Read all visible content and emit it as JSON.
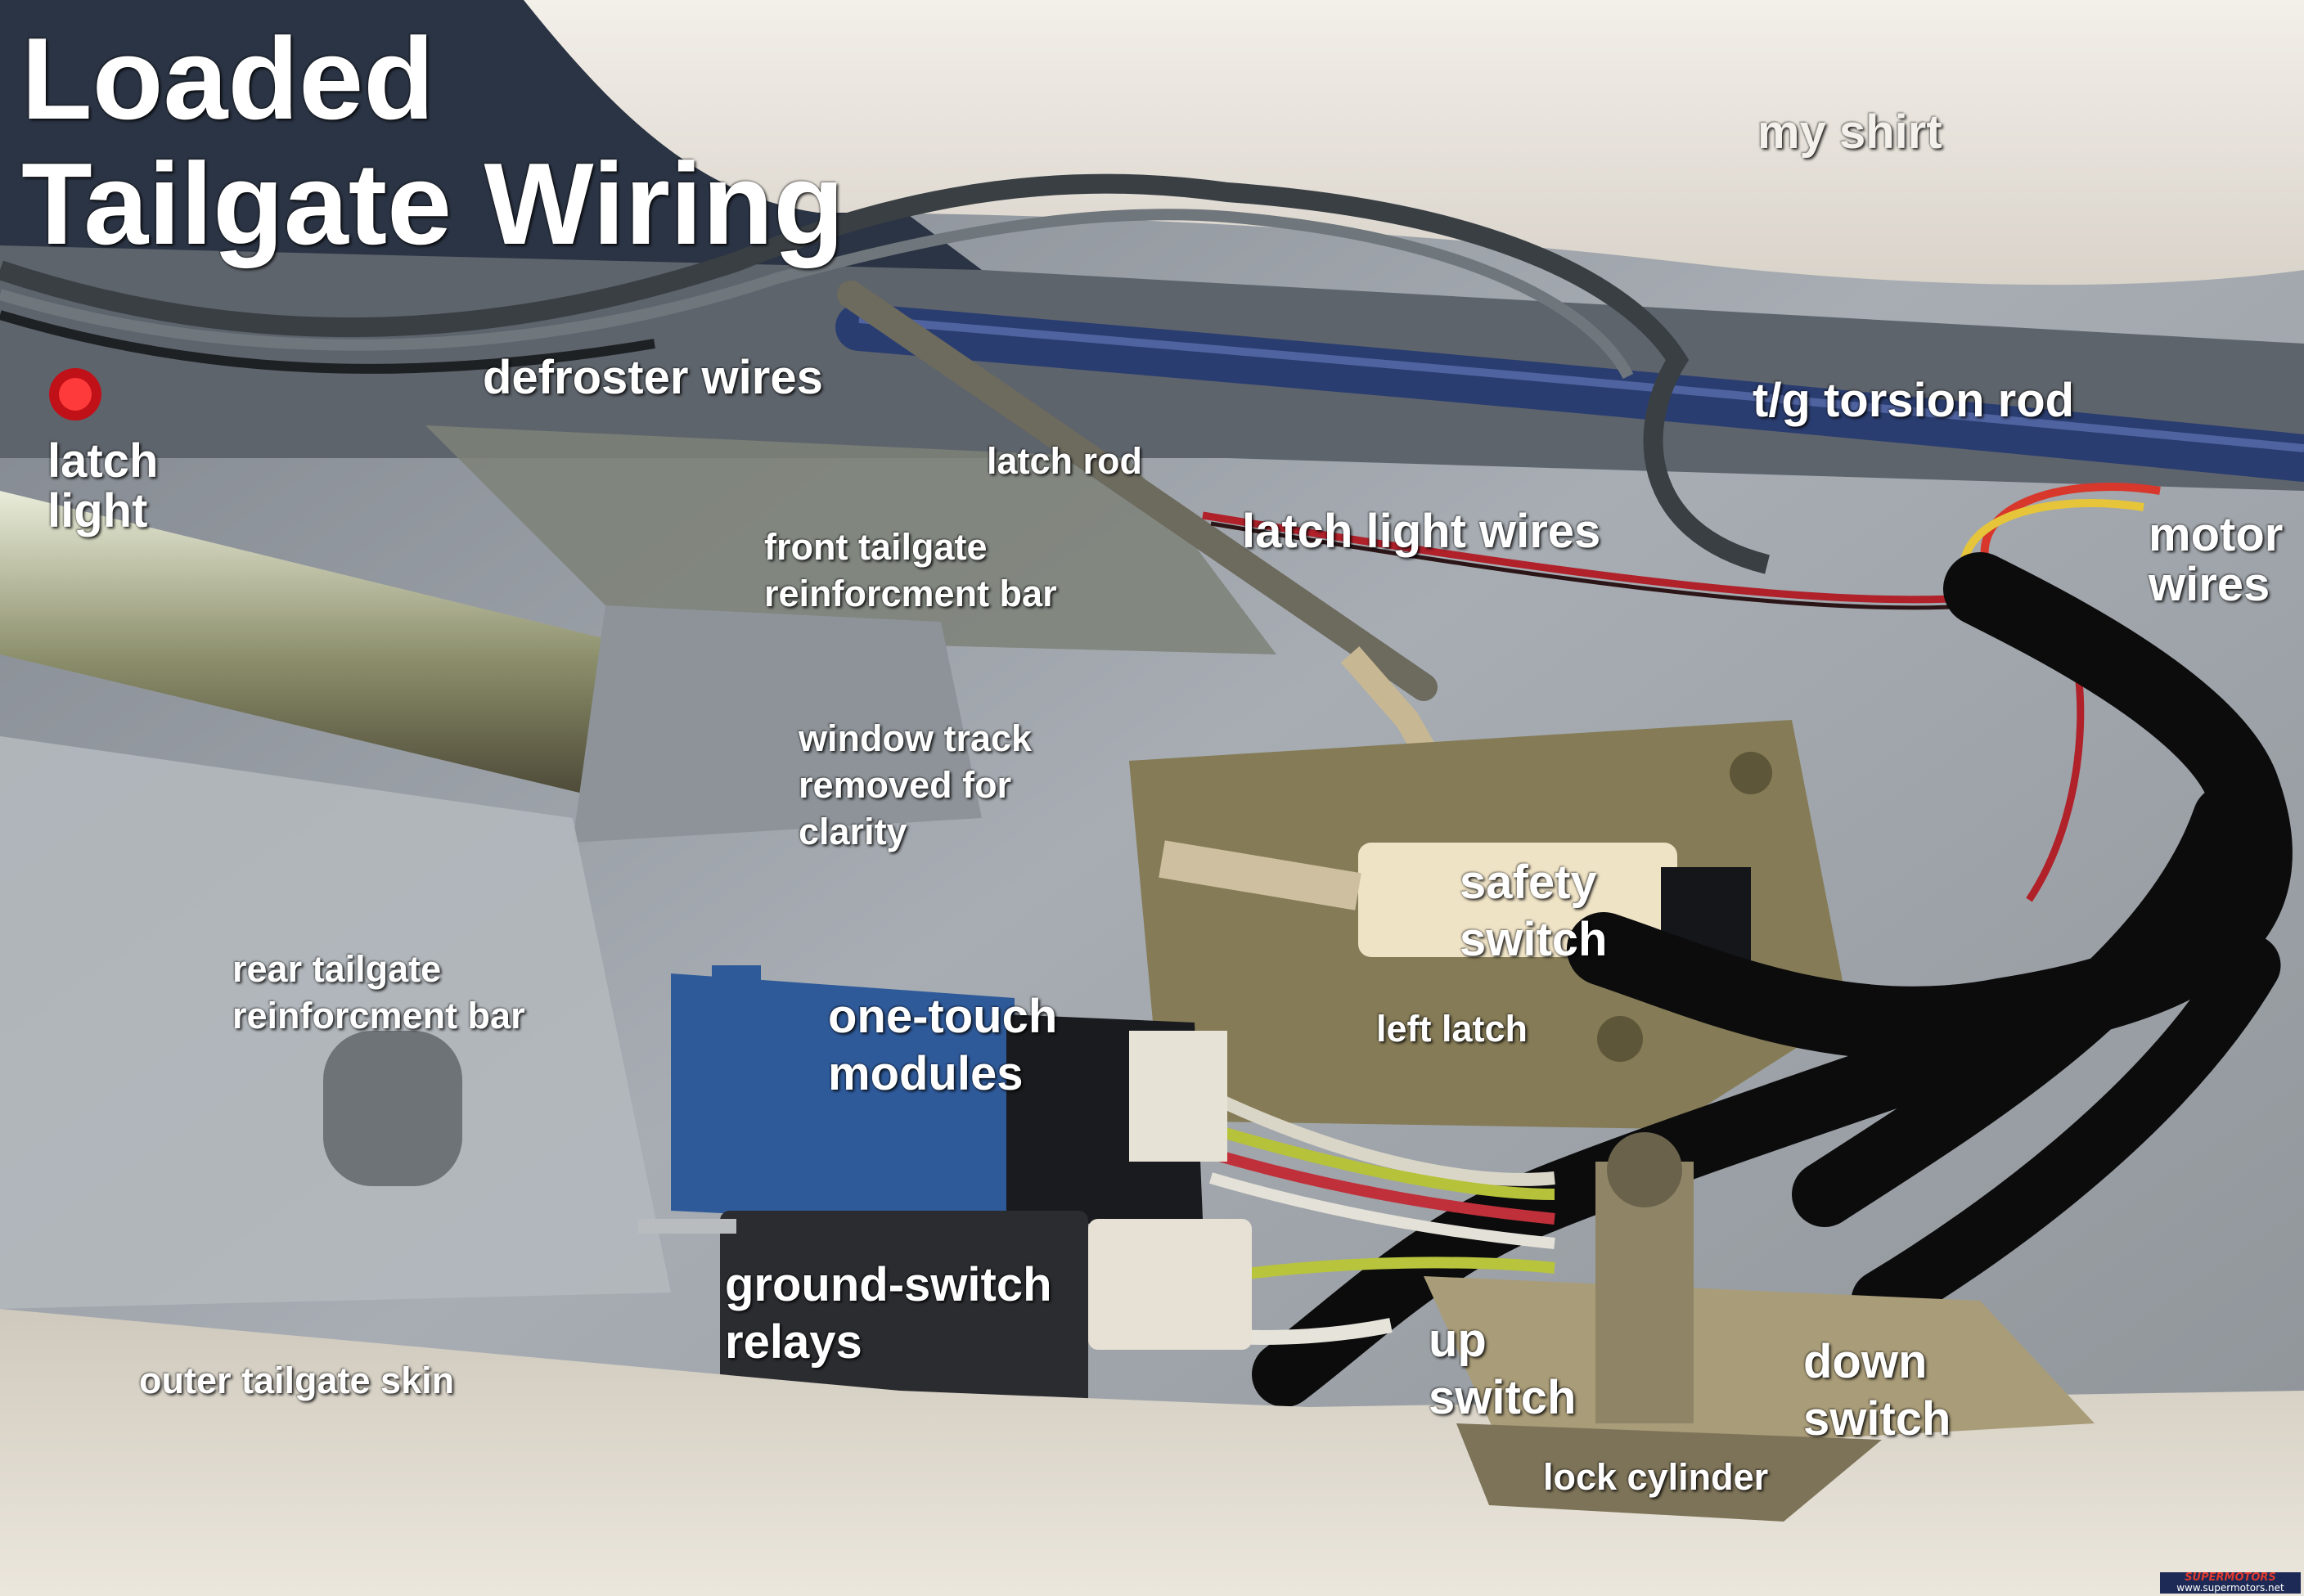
{
  "title": "Loaded\nTailgate Wiring",
  "labels": {
    "my_shirt": "my shirt",
    "defroster_wires": "defroster wires",
    "tg_torsion_rod": "t/g torsion rod",
    "latch_light": "latch\nlight",
    "latch_rod": "latch rod",
    "latch_light_wires": "latch light wires",
    "motor_wires": "motor\nwires",
    "front_tailgate_reinforcement_bar": "front tailgate\nreinforcment bar",
    "window_track": "window track\nremoved for\nclarity",
    "safety_switch": "safety\nswitch",
    "rear_tailgate_reinforcement_bar": "rear tailgate\nreinforcment bar",
    "one_touch_modules": "one-touch\nmodules",
    "left_latch": "left latch",
    "ground_switch_relays": "ground-switch\nrelays",
    "outer_tailgate_skin": "outer tailgate skin",
    "up_switch": "up\nswitch",
    "down_switch": "down\nswitch",
    "lock_cylinder": "lock cylinder"
  },
  "watermark": {
    "brand": "SUPERMOTORS",
    "url": "www.supermotors.net"
  },
  "colors": {
    "label_text": "#ffffff",
    "torsion_rod_blue": "#2a3d70",
    "module_blue": "#2f5a9a",
    "harness_black": "#0c0c0d",
    "latch_plate": "#857b56",
    "metal_gray": "#9da3a9"
  }
}
